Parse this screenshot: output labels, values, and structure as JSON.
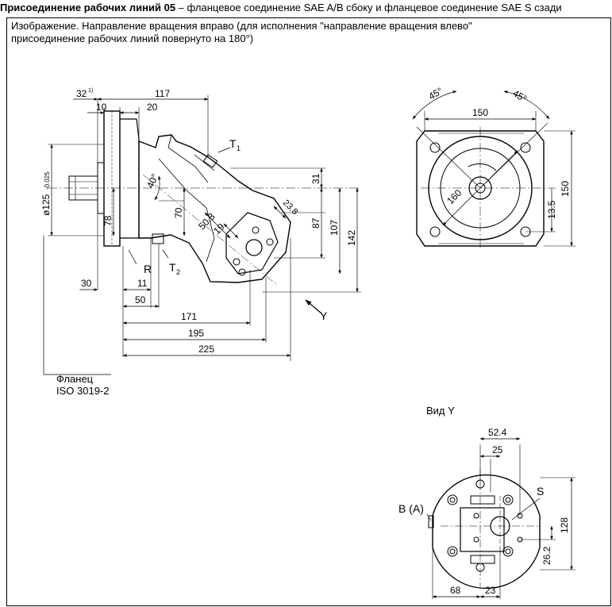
{
  "header": {
    "title_bold": "Присоединение рабочих линий 05",
    "title_rest": " – фланцевое соединение SAE A/B сбоку и фланцевое соединение SAE S сзади"
  },
  "caption": {
    "line1": "Изображение. Направление вращения вправо (для исполнения \"направление вращения влево\"",
    "line2": "присоединение рабочих линий повернуто на 180°)"
  },
  "side_view": {
    "dims": {
      "d32": "32",
      "d32_sup": "1)",
      "d117": "117",
      "d10": "10",
      "d20": "20",
      "d40deg": "40°",
      "d125": "ø125",
      "d125_tol": "-0.025",
      "d78": "78",
      "d70": "70",
      "d50_8": "50.8",
      "d19": "19",
      "d23_8": "23.8",
      "d31": "31",
      "d87": "87",
      "d107": "107",
      "d142": "142",
      "d30": "30",
      "d11": "11",
      "d50": "50",
      "d171": "171",
      "d195": "195",
      "d225": "225"
    },
    "labels": {
      "t1": "T",
      "t1_sub": "1",
      "t2": "T",
      "t2_sub": "2",
      "r": "R",
      "y": "Y",
      "flange_line1": "Фланец",
      "flange_line2": "ISO 3019-2"
    }
  },
  "front_view": {
    "dims": {
      "d150_top": "150",
      "d45_left": "45°",
      "d45_right": "45°",
      "d160": "160",
      "d150_right": "150",
      "d13_5": "13.5"
    }
  },
  "view_y": {
    "title": "Вид Y",
    "dims": {
      "d52_4": "52.4",
      "d25": "25",
      "d128": "128",
      "d26_2": "26.2",
      "d68": "68",
      "d23": "23"
    },
    "labels": {
      "b_a": "B (A)",
      "s": "S"
    }
  }
}
